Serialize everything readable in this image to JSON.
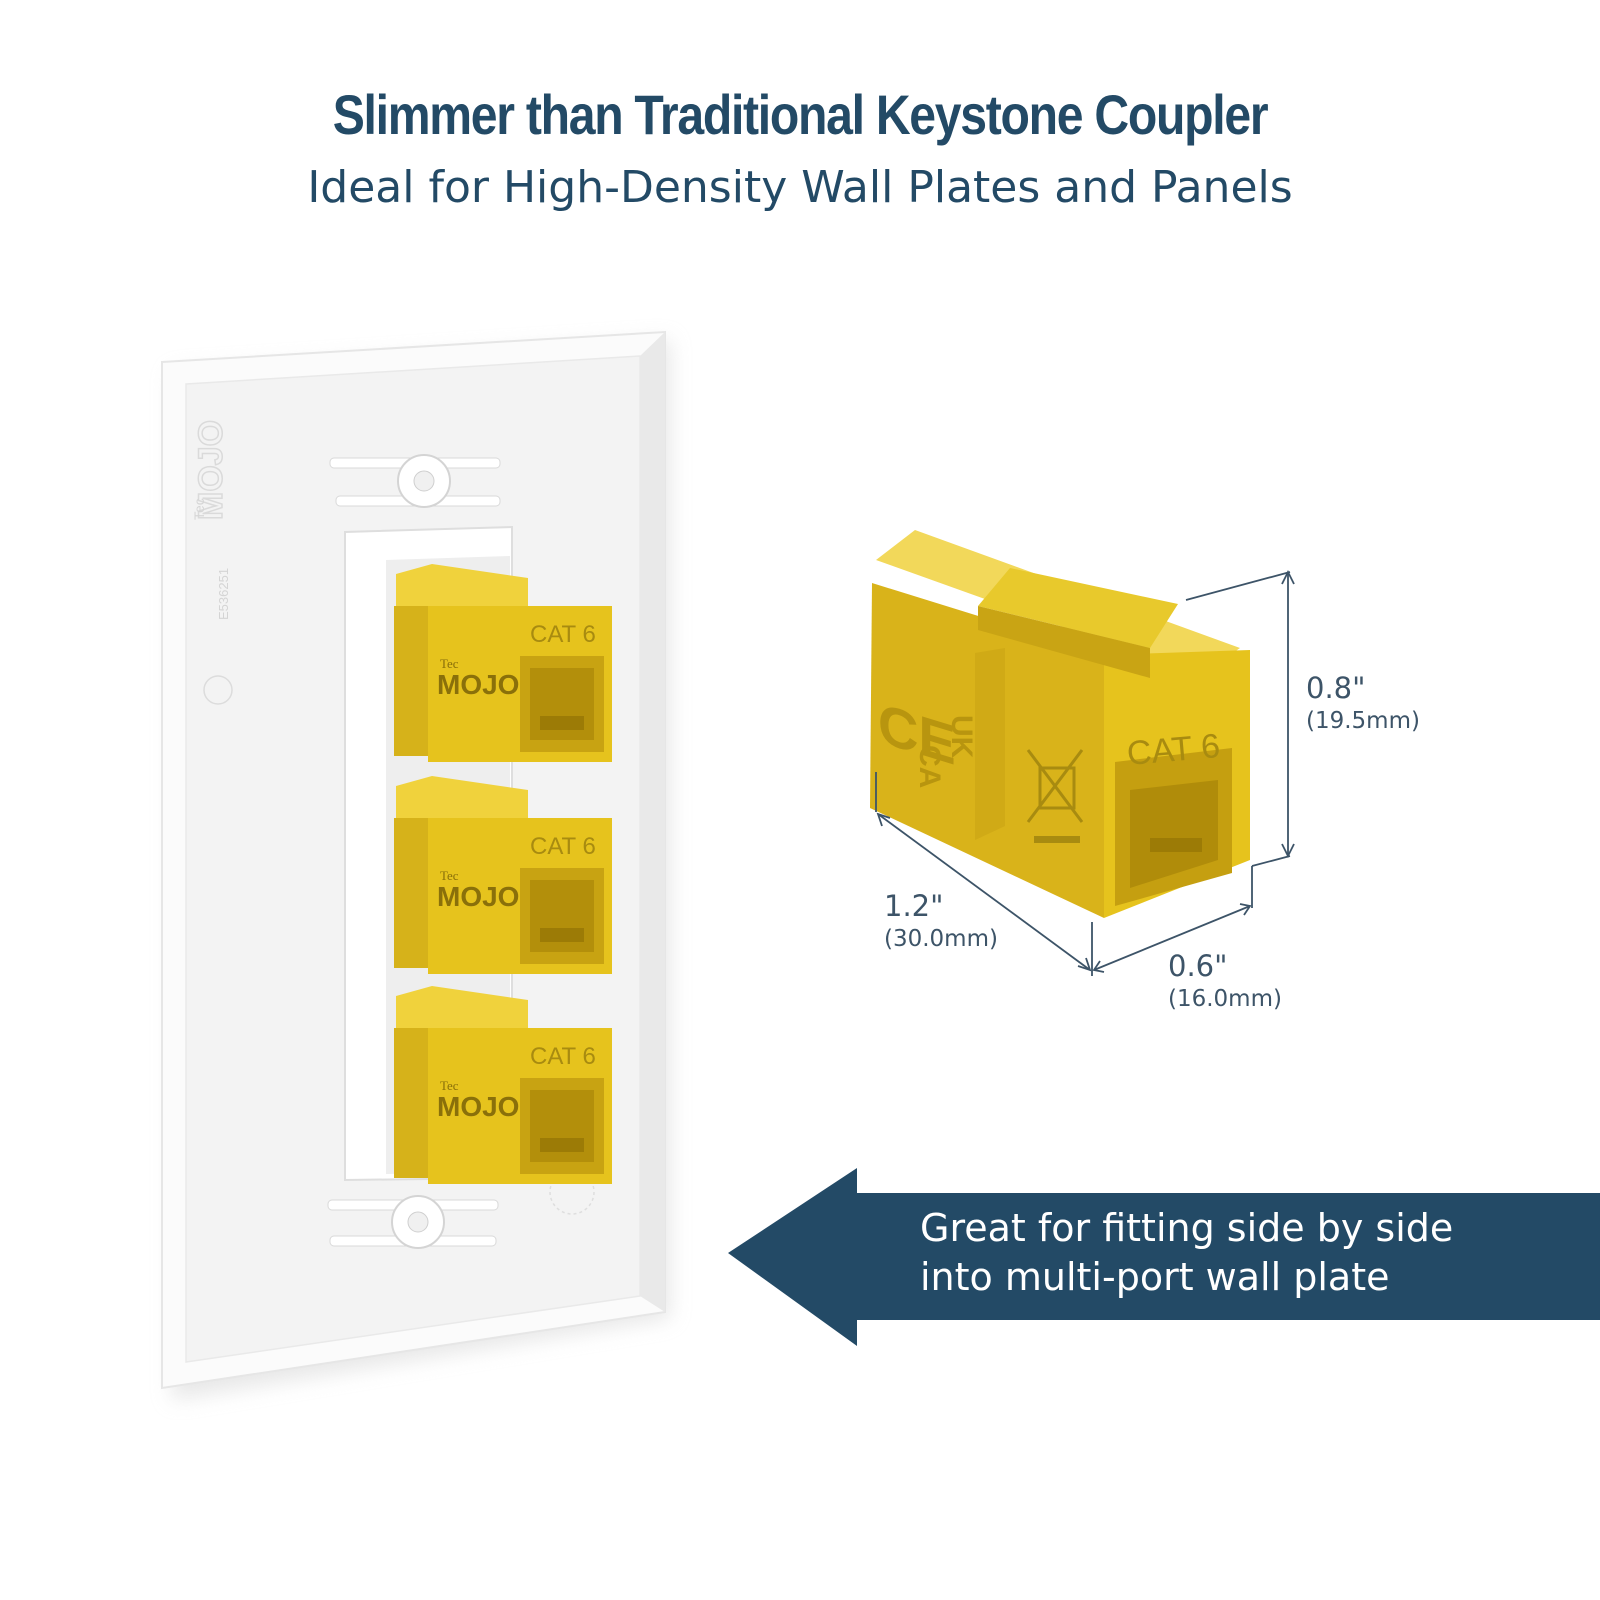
{
  "header": {
    "title": "Slimmer than Traditional Keystone Coupler",
    "subtitle": "Ideal for High-Density Wall Plates and Panels"
  },
  "wall_plate": {
    "jacks": [
      {
        "label": "CAT 6",
        "brand_small": "Tec",
        "brand": "MOJO"
      },
      {
        "label": "CAT 6",
        "brand_small": "Tec",
        "brand": "MOJO"
      },
      {
        "label": "CAT 6",
        "brand_small": "Tec",
        "brand": "MOJO"
      }
    ],
    "plate_brand_small": "Tec",
    "plate_brand": "MOJO",
    "plate_cert": "E536251"
  },
  "coupler": {
    "label": "CAT 6",
    "marks": [
      "CE",
      "UK",
      "CA"
    ]
  },
  "dimensions": {
    "height": {
      "inches": "0.8\"",
      "mm": "(19.5mm)"
    },
    "length": {
      "inches": "1.2\"",
      "mm": "(30.0mm)"
    },
    "width": {
      "inches": "0.6\"",
      "mm": "(16.0mm)"
    }
  },
  "callout": {
    "line1": "Great for fitting side by side",
    "line2": "into multi-port wall plate"
  },
  "colors": {
    "navy": "#234a66",
    "jack_yellow": "#e6c31d",
    "plate_white": "#f7f7f7"
  }
}
